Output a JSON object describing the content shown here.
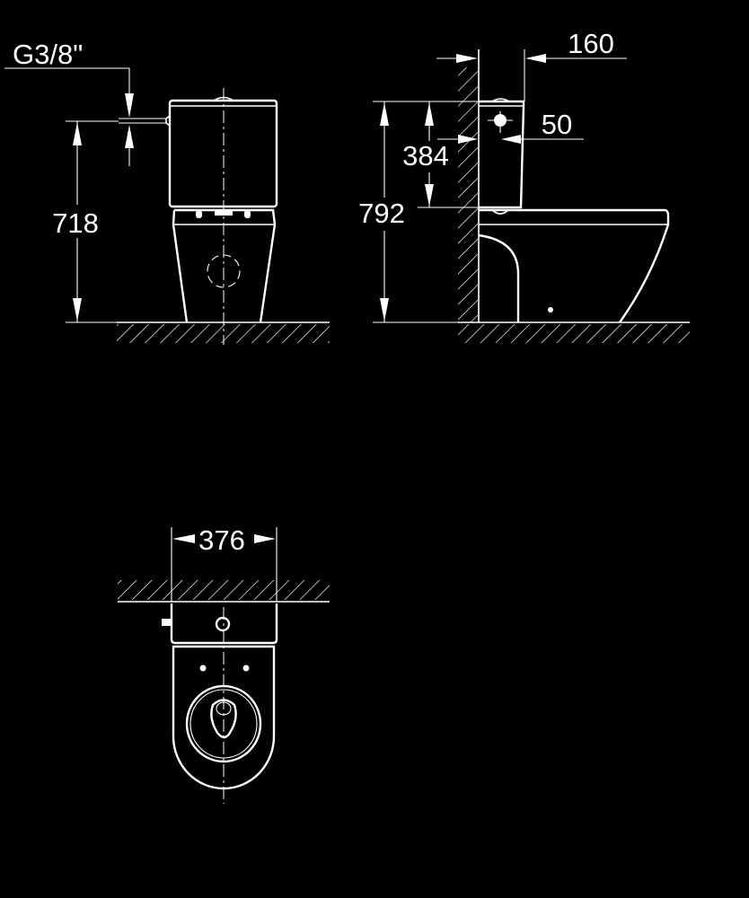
{
  "drawing": {
    "front_view": {
      "connection_label": "G3/8\"",
      "height_label": "718"
    },
    "side_view": {
      "depth_label": "160",
      "pipe_offset_label": "50",
      "cistern_height_label": "384",
      "total_height_label": "792"
    },
    "top_view": {
      "width_label": "376"
    },
    "colors": {
      "background": "#000000",
      "lines": "#ffffff"
    }
  }
}
